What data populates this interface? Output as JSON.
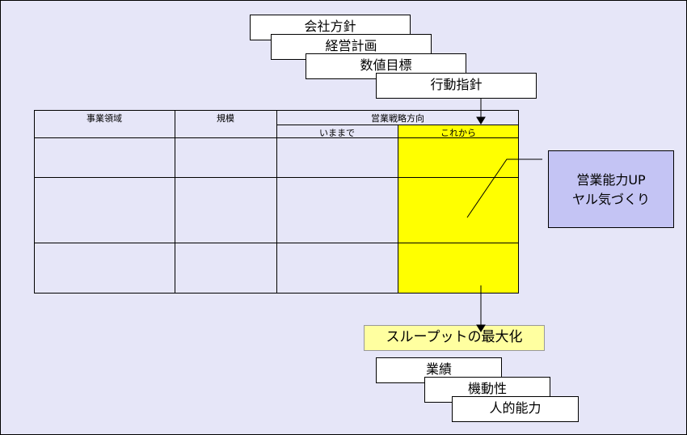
{
  "top_stack": [
    "会社方針",
    "経営計画",
    "数値目標",
    "行動指針"
  ],
  "table": {
    "headers": {
      "business_area": "事業領域",
      "scale": "規模",
      "strategy": "営業戦略方向",
      "until_now": "いままで",
      "from_now": "これから"
    },
    "rows": 3
  },
  "callout": {
    "line1": "営業能力UP",
    "line2": "ヤル気づくり"
  },
  "throughput": "スループットの最大化",
  "bottom_stack": [
    "業績",
    "機動性",
    "人的能力"
  ],
  "colors": {
    "background": "#e6e6f8",
    "highlight": "#ffff00",
    "callout": "#c4c4f4",
    "throughput": "#ffffa0"
  }
}
